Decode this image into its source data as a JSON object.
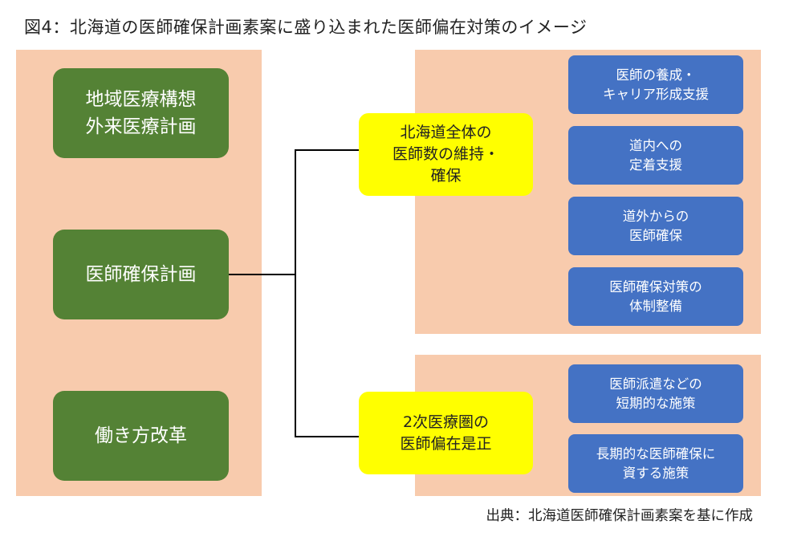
{
  "title": "図4：北海道の医師確保計画素案に盛り込まれた医師偏在対策のイメージ",
  "left_plans": [
    {
      "label": "地域医療構想\n外来医療計画"
    },
    {
      "label": "医師確保計画"
    },
    {
      "label": "働き方改革"
    }
  ],
  "goals": [
    {
      "label": "北海道全体の\n医師数の維持・\n確保"
    },
    {
      "label": "2次医療圏の\n医師偏在是正"
    }
  ],
  "measures_group1": [
    {
      "label": "医師の養成・\nキャリア形成支援"
    },
    {
      "label": "道内への\n定着支援"
    },
    {
      "label": "道外からの\n医師確保"
    },
    {
      "label": "医師確保対策の\n体制整備"
    }
  ],
  "measures_group2": [
    {
      "label": "医師派遣などの\n短期的な施策"
    },
    {
      "label": "長期的な医師確保に\n資する施策"
    }
  ],
  "source": "出典：北海道医師確保計画素案を基に作成",
  "colors": {
    "panel": "#f8cbad",
    "plan_box": "#548235",
    "goal_box": "#ffff00",
    "measure_box": "#4472c4"
  }
}
